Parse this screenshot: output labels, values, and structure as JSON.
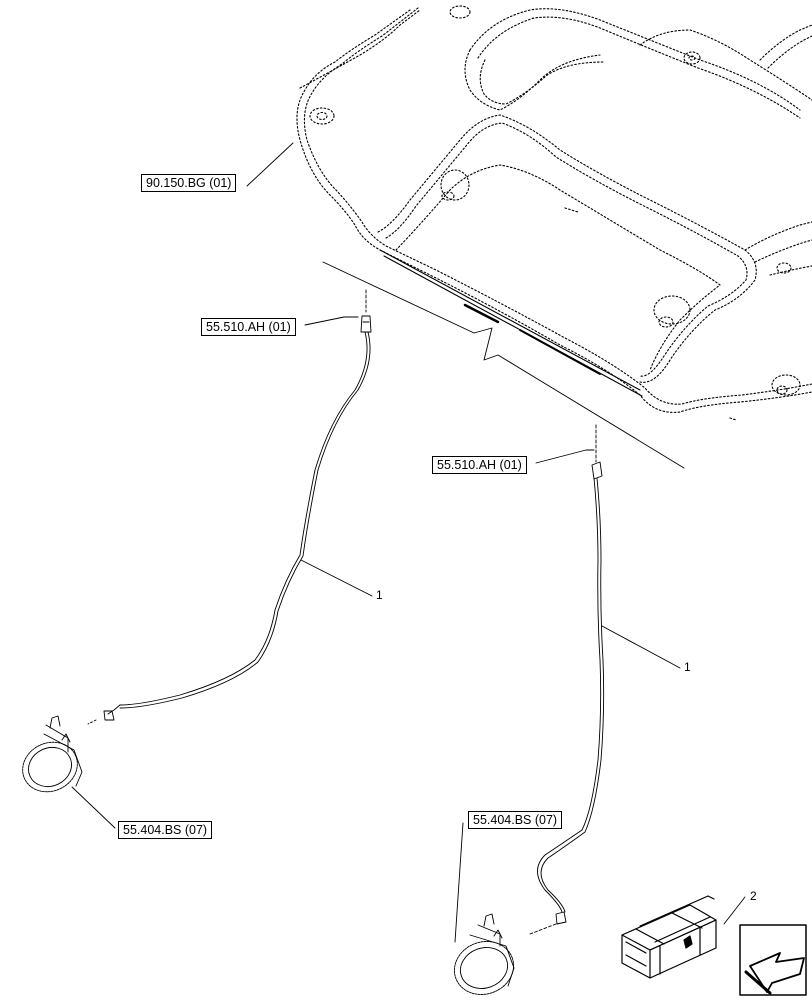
{
  "references": {
    "roof": "90.150.BG (01)",
    "connector_left": "55.510.AH (01)",
    "connector_right": "55.510.AH (01)",
    "lamp_left": "55.404.BS (07)",
    "lamp_right": "55.404.BS (07)"
  },
  "items": {
    "harness_left": "1",
    "harness_right": "1",
    "kit_box": "2"
  },
  "icons": {
    "kit_box": "wooden-crate-icon",
    "view_direction": "arrow-icon"
  }
}
